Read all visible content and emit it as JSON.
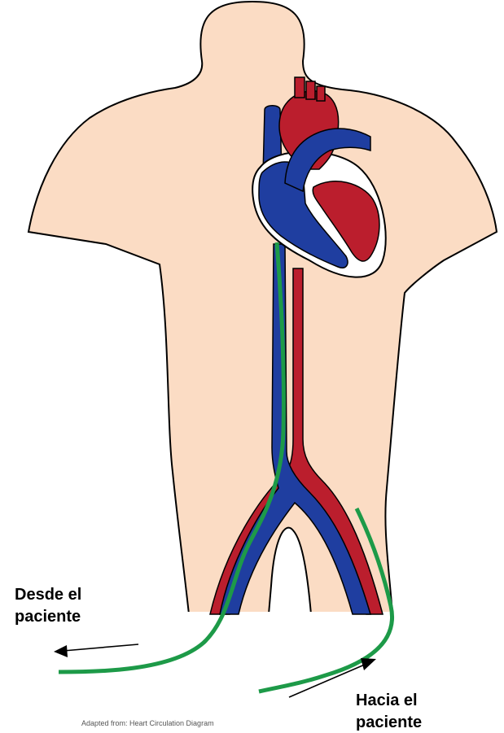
{
  "labels": {
    "from_patient_line1": "Desde el",
    "from_patient_line2": "paciente",
    "to_patient_line1": "Hacia el",
    "to_patient_line2": "paciente"
  },
  "credit": "Adapted from: Heart Circulation Diagram",
  "colors": {
    "skin": "#fbdcc4",
    "artery": "#bb1e2d",
    "vein": "#1f3ea0",
    "cannula": "#1d9a48",
    "outline": "#000000"
  },
  "icons": {
    "heart": "heart-illustration",
    "arrow_from": "arrow-left-icon",
    "arrow_to": "arrow-up-right-icon"
  }
}
